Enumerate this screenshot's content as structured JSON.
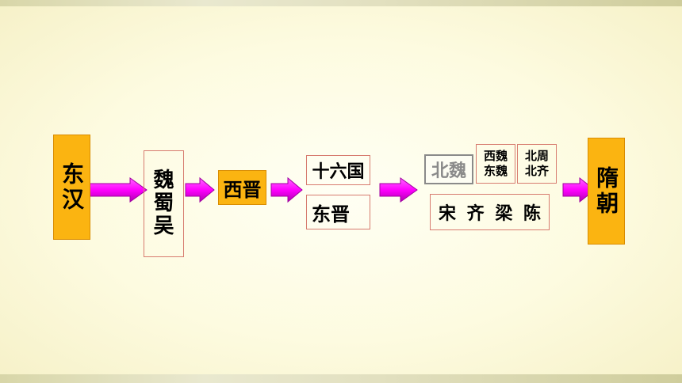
{
  "dynasties": {
    "donghan": "东汉",
    "three_kingdoms": [
      "魏",
      "蜀",
      "吴"
    ],
    "xijin": "西晋",
    "shiliuguo": "十六国",
    "dongjin": "东晋",
    "beiwei": "北魏",
    "xiwei_dongwei": [
      "西魏",
      "东魏"
    ],
    "beizhou_beiqi": [
      "北周",
      "北齐"
    ],
    "southern": "宋 齐 梁 陈",
    "sui": "隋朝"
  },
  "colors": {
    "accent_box": "#fbb411",
    "arrow": "#ff00ff",
    "outline": "#d77b6f",
    "grey_text": "#8a8a8a"
  }
}
